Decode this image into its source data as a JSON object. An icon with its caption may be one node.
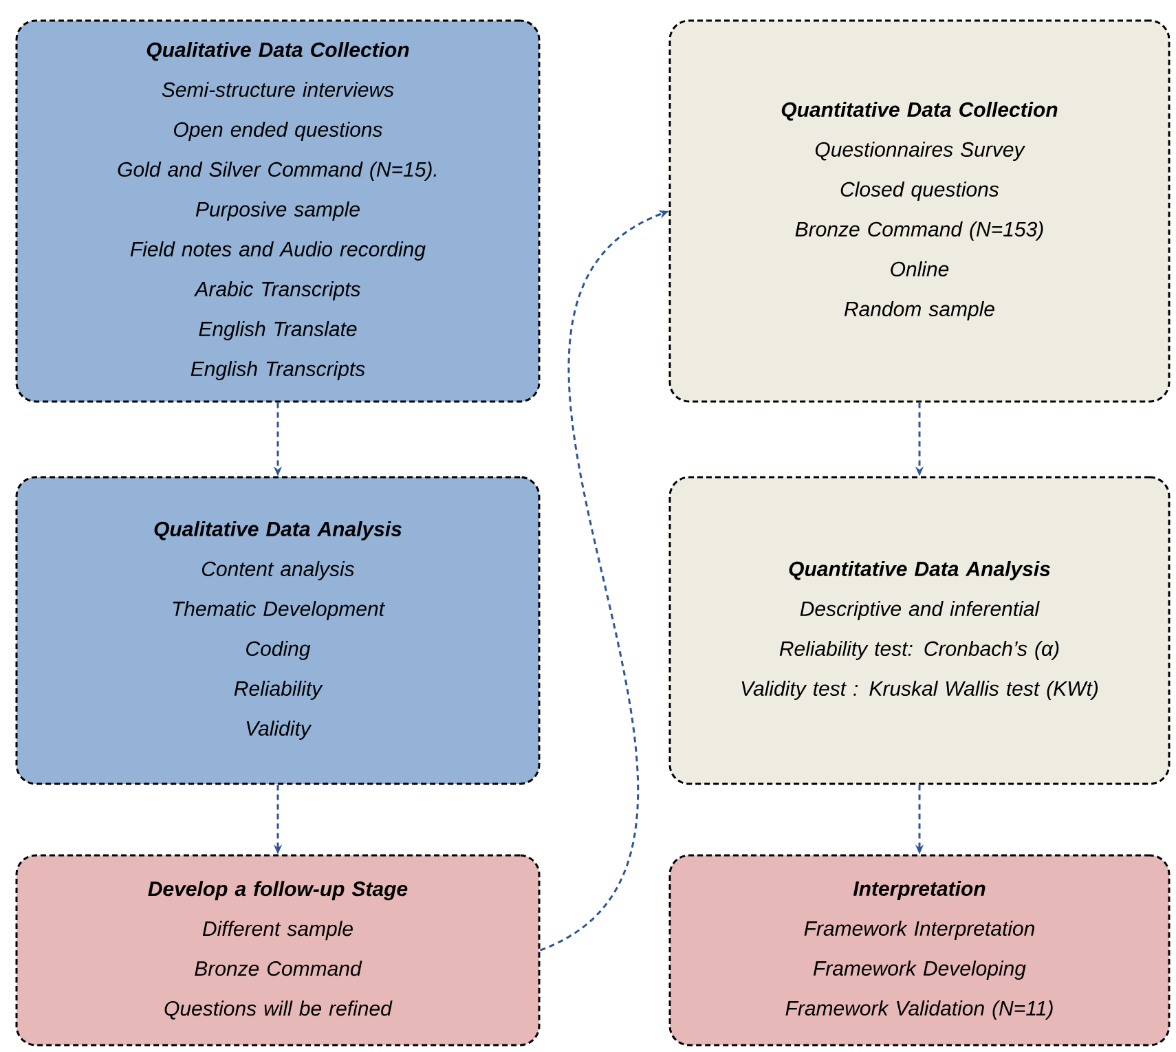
{
  "diagram": {
    "nodes": [
      {
        "text": [
          "Qualitative Data Collection",
          "Semi-structure interviews",
          "Open ended questions",
          "Gold and Silver Command (N=15).",
          "Purposive sample",
          "Field notes and Audio recording",
          "Arabic Transcripts",
          "English Translate",
          "English Transcripts"
        ]
      },
      {
        "text": [
          "Quantitative Data Collection",
          "Questionnaires Survey",
          "Closed questions",
          "Bronze Command (N=153)",
          "Online",
          "Random sample"
        ]
      },
      {
        "text": [
          "Qualitative Data Analysis",
          "Content analysis",
          "Thematic Development",
          "Coding",
          "Reliability",
          "Validity"
        ]
      },
      {
        "text": [
          "Quantitative Data Analysis",
          "Descriptive and inferential",
          "Reliability test: Cronbach’s (α)",
          "Validity test : Kruskal Wallis test (KWt)"
        ]
      },
      {
        "text": [
          "Develop a follow-up Stage",
          "Different sample",
          "Bronze Command",
          "Questions will be refined"
        ]
      },
      {
        "text": [
          "Interpretation",
          "Framework Interpretation",
          "Framework Developing",
          "Framework Validation (N=11)"
        ]
      }
    ],
    "edges": [
      {
        "from": 0,
        "to": 2,
        "arrow": "to",
        "style": "dashed"
      },
      {
        "from": 2,
        "to": 4,
        "arrow": "to",
        "style": "dashed"
      },
      {
        "from": 4,
        "to": 1,
        "arrow": "to",
        "style": "dashed"
      },
      {
        "from": 1,
        "to": 3,
        "arrow": "to",
        "style": "dashed"
      },
      {
        "from": 3,
        "to": 5,
        "arrow": "to",
        "style": "dashed"
      }
    ]
  }
}
